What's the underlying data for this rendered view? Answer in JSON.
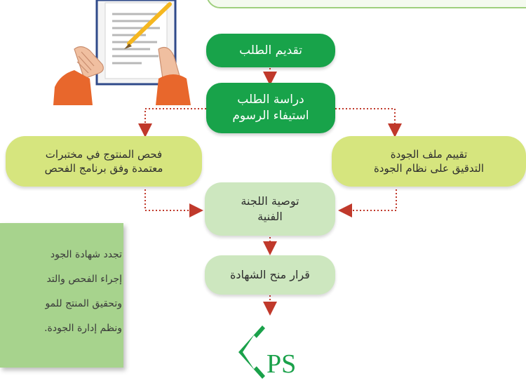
{
  "flow": {
    "submit": "تقديم الطلب",
    "study": [
      "دراسة الطلب",
      "استيفاء الرسوم"
    ],
    "lab_test": [
      "فحص المنتوج في مختبرات",
      "معتمدة وفق برنامج الفحص"
    ],
    "quality_eval": [
      "تقييم ملف الجودة",
      "التدقيق على نظام الجودة"
    ],
    "committee": [
      "توصية اللجنة",
      "الفنية"
    ],
    "decision": "قرار منح الشهادة"
  },
  "info_panel": {
    "lines": [
      "تجدد شهادة الجود",
      "إجراء الفحص والتد",
      "وتحقيق المنتج للمو",
      "ونظم إدارة الجودة."
    ]
  },
  "logo": {
    "text": "PS"
  },
  "colors": {
    "dark_green": "#18a34a",
    "pale_green": "#cde7bf",
    "lime": "#d6e57e",
    "panel_green": "#a7d38d",
    "arrow_red": "#c0392b"
  }
}
